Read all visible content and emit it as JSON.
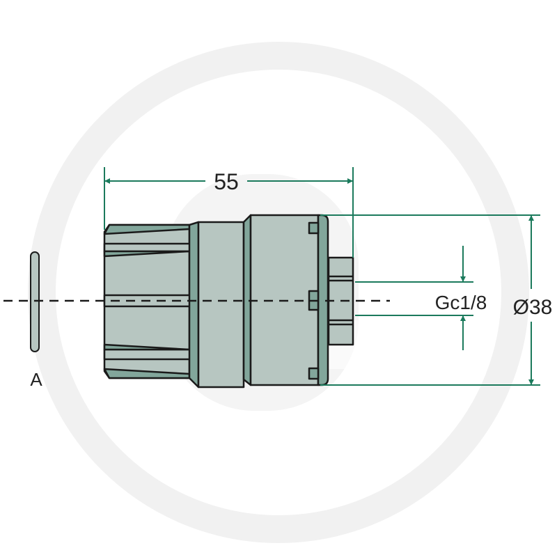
{
  "dimensions": {
    "length": "55",
    "diameter": "Ø38",
    "thread": "Gc1/8"
  },
  "parts": {
    "seal_label": "A"
  },
  "colors": {
    "dimension": "#1b7a5c",
    "body_light": "#b7c6c1",
    "body_dark": "#82a69b",
    "outline": "#1a1a1a",
    "watermark": "#f1f1f1"
  }
}
